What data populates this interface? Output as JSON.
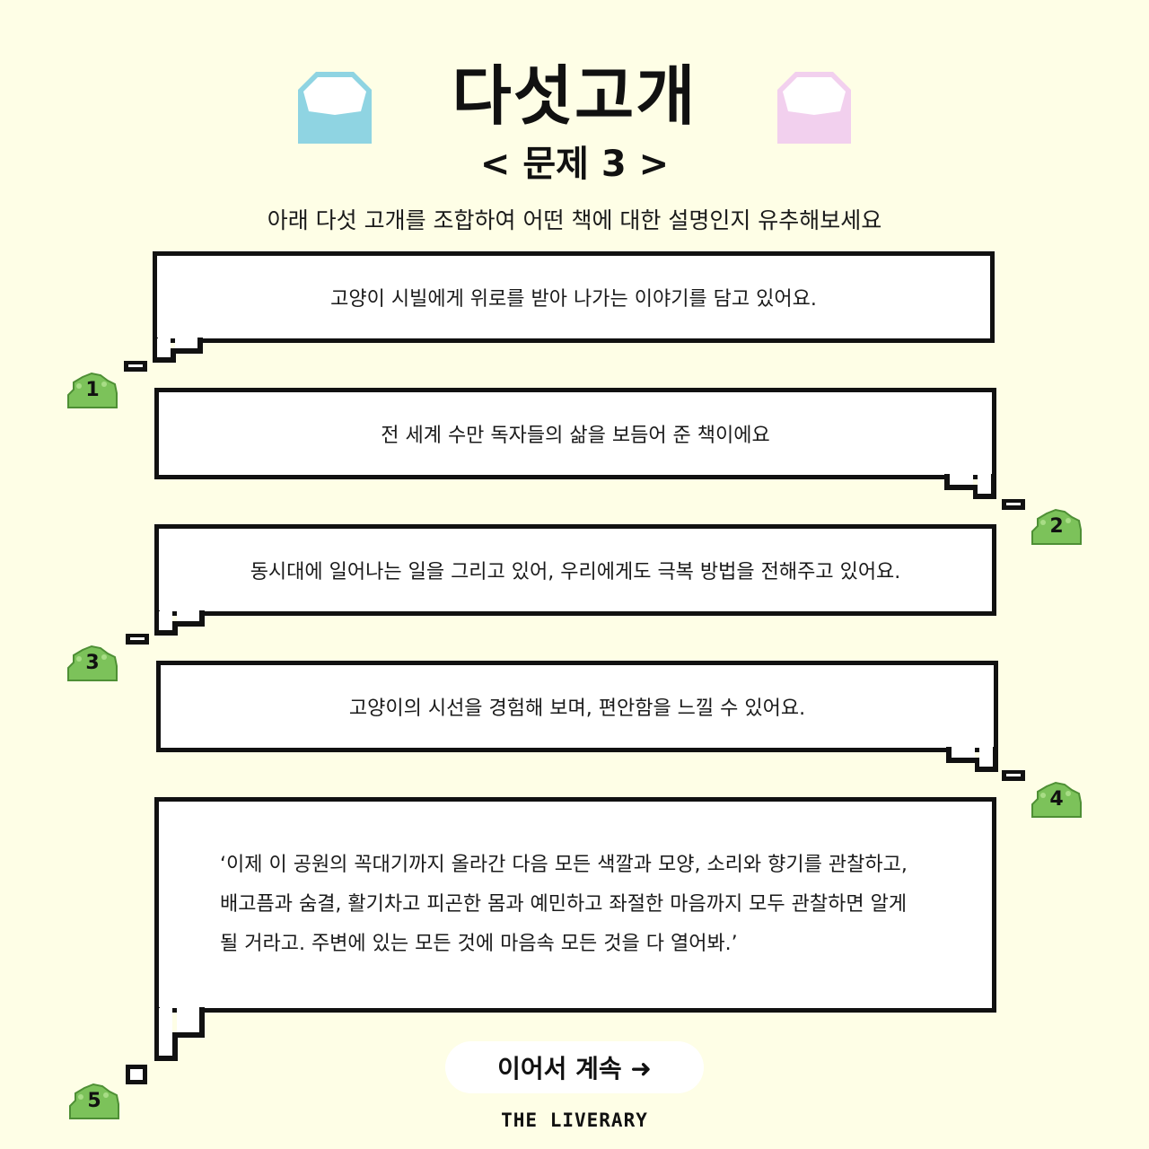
{
  "header": {
    "title": "다섯고개",
    "subtitle": "< 문제 3 >",
    "instruction": "아래 다섯 고개를 조합하여 어떤 책에 대한 설명인지 유추해보세요"
  },
  "colors": {
    "background": "#fefee6",
    "bush": "#7cc25a",
    "envelope_left": "#8fd4e2",
    "envelope_right": "#f2d0ee"
  },
  "hints": [
    {
      "number": "1",
      "text": "고양이 시빌에게 위로를 받아 나가는 이야기를 담고 있어요."
    },
    {
      "number": "2",
      "text": "전 세계 수만 독자들의 삶을 보듬어 준 책이에요"
    },
    {
      "number": "3",
      "text": "동시대에 일어나는 일을 그리고 있어, 우리에게도 극복 방법을 전해주고 있어요."
    },
    {
      "number": "4",
      "text": "고양이의 시선을 경험해 보며, 편안함을 느낄 수 있어요."
    },
    {
      "number": "5",
      "lines": [
        "‘이제 이 공원의 꼭대기까지 올라간 다음 모든 색깔과 모양, 소리와 향기를 관찰하고,",
        "배고픔과 숨결, 활기차고 피곤한 몸과 예민하고 좌절한 마음까지 모두 관찰하면 알게",
        "될 거라고. 주변에 있는 모든 것에 마음속 모든 것을 다 열어봐.’"
      ]
    }
  ],
  "continue_button": {
    "label": "이어서 계속 ➜"
  },
  "footer": {
    "brand": "THE LIVERARY"
  }
}
